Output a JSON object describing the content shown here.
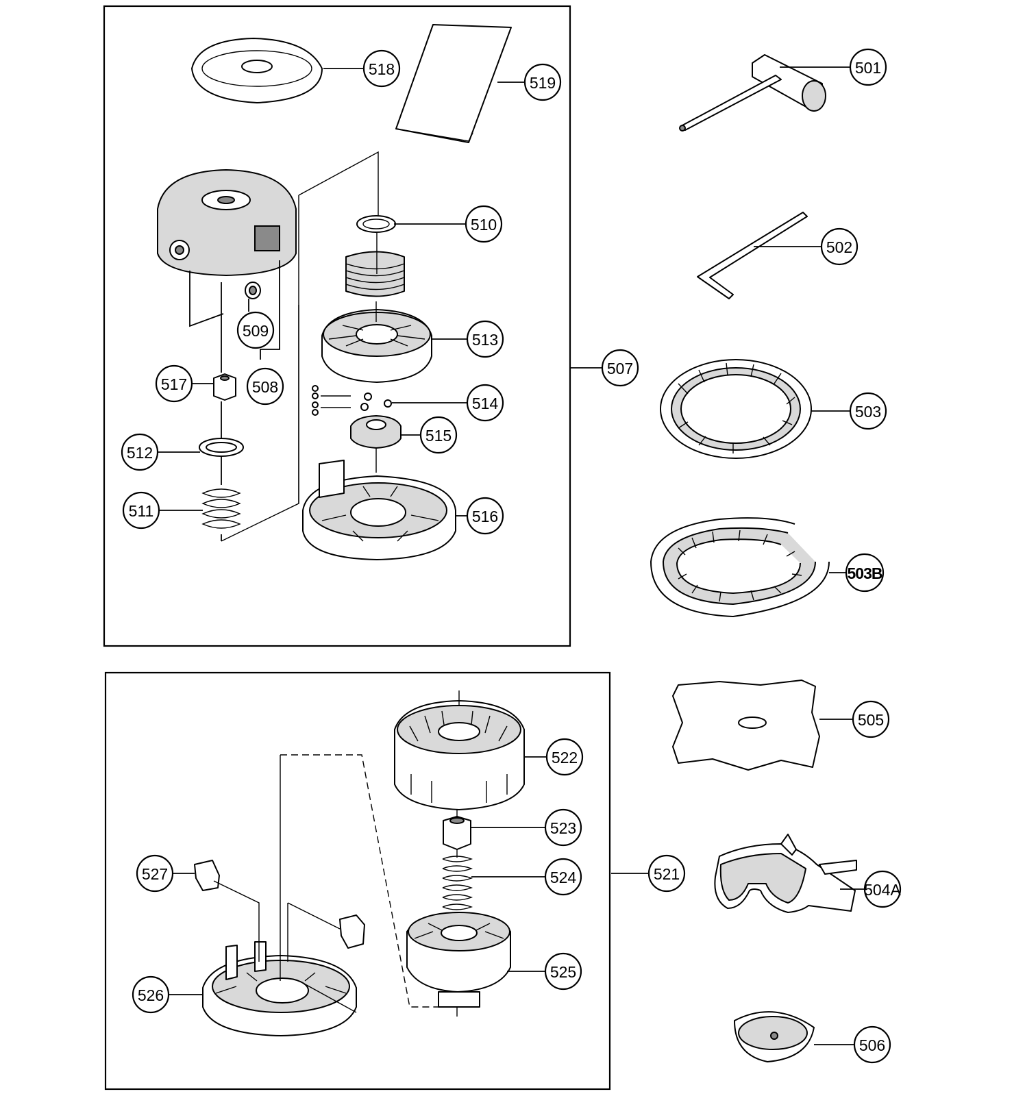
{
  "callouts": {
    "c501": "501",
    "c502": "502",
    "c503": "503",
    "c503b": "503B",
    "c504a": "504A",
    "c505": "505",
    "c506": "506",
    "c507": "507",
    "c508": "508",
    "c509": "509",
    "c510": "510",
    "c511": "511",
    "c512": "512",
    "c513": "513",
    "c514": "514",
    "c515": "515",
    "c516": "516",
    "c517": "517",
    "c518": "518",
    "c519": "519",
    "c521": "521",
    "c522": "522",
    "c523": "523",
    "c524": "524",
    "c525": "525",
    "c526": "526",
    "c527": "527"
  }
}
